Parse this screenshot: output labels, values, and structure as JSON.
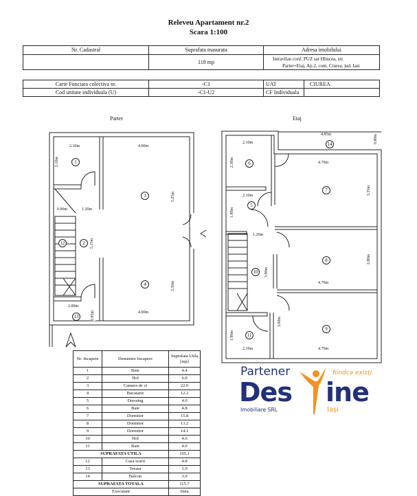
{
  "header": {
    "title": "Releveu Apartament nr.2",
    "scale": "Scara 1:100"
  },
  "info_table": {
    "headers": [
      "Nr. Cadastral",
      "Suprafata masurata",
      "Adresa imobilului"
    ],
    "cadastral": "",
    "surface": "118 mp",
    "address_line1": "Intravilan conf. PUZ sat Hlincea, str.",
    "address_line2": "Parter+Etaj, Ap.2, com. Ciurea, jud.  Iasi"
  },
  "cf_table": {
    "cf_label": "Carte Funciara colectiva nr.",
    "cf_value": "-C1",
    "uat_label": "UAT",
    "uat_value": "CIUREA",
    "cod_label": "Cod unitate individuala (U)",
    "cod_value": "-C1-U2",
    "cf_ind_label": "CF Individuala",
    "cf_ind_value": ""
  },
  "plans": {
    "parter": {
      "label": "Parter",
      "rooms": [
        "1",
        "2",
        "3",
        "4",
        "12",
        "13"
      ],
      "dims": [
        "2.10m",
        "4.00m",
        "2.10m",
        "0.90m",
        "1.20m",
        "5.15m",
        "5.25m",
        "3.30m",
        "4.00m",
        "2.00m",
        "0.95m"
      ]
    },
    "etaj": {
      "label": "Etaj",
      "rooms": [
        "5",
        "6",
        "7",
        "8",
        "9",
        "10",
        "11",
        "14"
      ],
      "dims": [
        "4.85m",
        "0.80m",
        "2.10m",
        "2.30m",
        "4.70m",
        "2.10m",
        "1.90m",
        "3.35m",
        "1.20m",
        "3.90m",
        "2.80m",
        "4.70m",
        "3.00m",
        "1.90m",
        "2.10m",
        "4.70m"
      ]
    }
  },
  "rooms_table": {
    "headers": [
      "Nr. Incapere",
      "Denumire Incapere",
      "Suprafata Utila [mp]"
    ],
    "rows": [
      [
        "1",
        "Baie",
        "4.4"
      ],
      [
        "2",
        "Hol",
        "6.0"
      ],
      [
        "3",
        "Camera de zi",
        "22.0"
      ],
      [
        "4",
        "Bucatarie",
        "12.2"
      ],
      [
        "5",
        "Dressing",
        "4.0"
      ],
      [
        "6",
        "Baie",
        "4.8"
      ],
      [
        "7",
        "Dormitor",
        "15.8"
      ],
      [
        "8",
        "Dormitor",
        "13.2"
      ],
      [
        "9",
        "Dormitor",
        "14.1"
      ],
      [
        "10",
        "Hol",
        "4.6"
      ],
      [
        "11",
        "Baie",
        "4.0"
      ]
    ],
    "util_label": "SUPRAFATA UTILA",
    "util_value": "105.1",
    "extra_rows": [
      [
        "12",
        "Casa scarii",
        "4.8"
      ],
      [
        "13",
        "Terasa",
        "1.9"
      ],
      [
        "14",
        "Balcon",
        "3.9"
      ]
    ],
    "total_label": "SUPRAFATA TOTALA",
    "total_value": "115.7",
    "executant_label": "Executant",
    "data_label": "Data"
  },
  "logo": {
    "partener": "Partener",
    "brand_left": "Des",
    "brand_right": "ine",
    "company": "Imobiliare SRL",
    "slogan": "fiindca exisți",
    "city": "Iași",
    "navy": "#23307a",
    "orange": "#f39220"
  }
}
